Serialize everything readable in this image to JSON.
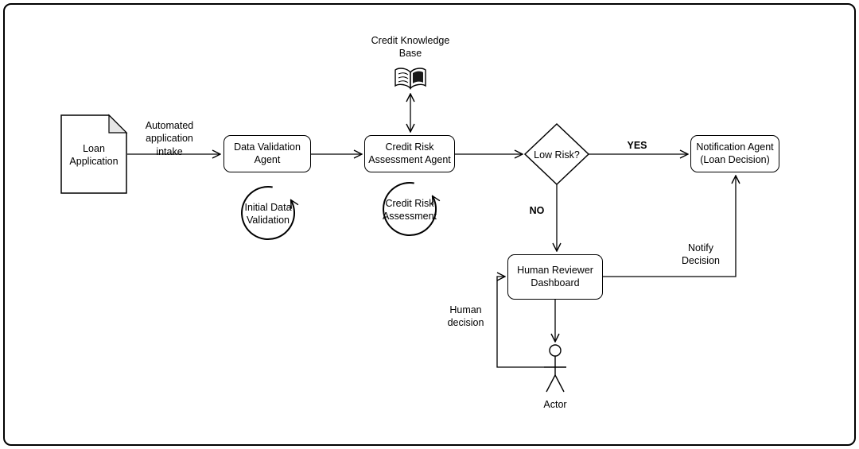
{
  "diagram": {
    "colors": {
      "stroke": "#000000",
      "background": "#ffffff",
      "document_fold": "#e6e6e6",
      "book_ink": "#1a1a1a"
    },
    "nodes": {
      "loan_application": {
        "label": "Loan\nApplication"
      },
      "data_validation_agent": {
        "label": "Data Validation\nAgent"
      },
      "credit_risk_agent": {
        "label": "Credit Risk\nAssessment Agent"
      },
      "credit_knowledge_base": {
        "label": "Credit Knowledge\nBase"
      },
      "low_risk_decision": {
        "label": "Low Risk?"
      },
      "notification_agent": {
        "label": "Notification Agent\n(Loan Decision)"
      },
      "human_reviewer_dashboard": {
        "label": "Human Reviewer\nDashboard"
      },
      "actor": {
        "label": "Actor"
      }
    },
    "loops": {
      "initial_data_validation": {
        "label": "Initial Data\nValidation"
      },
      "credit_risk_assessment": {
        "label": "Credit Risk\nAssessment"
      }
    },
    "edge_labels": {
      "automated_intake": "Automated\napplication\nintake",
      "yes": "YES",
      "no": "NO",
      "human_decision": "Human\ndecision",
      "notify_decision": "Notify\nDecision"
    }
  }
}
